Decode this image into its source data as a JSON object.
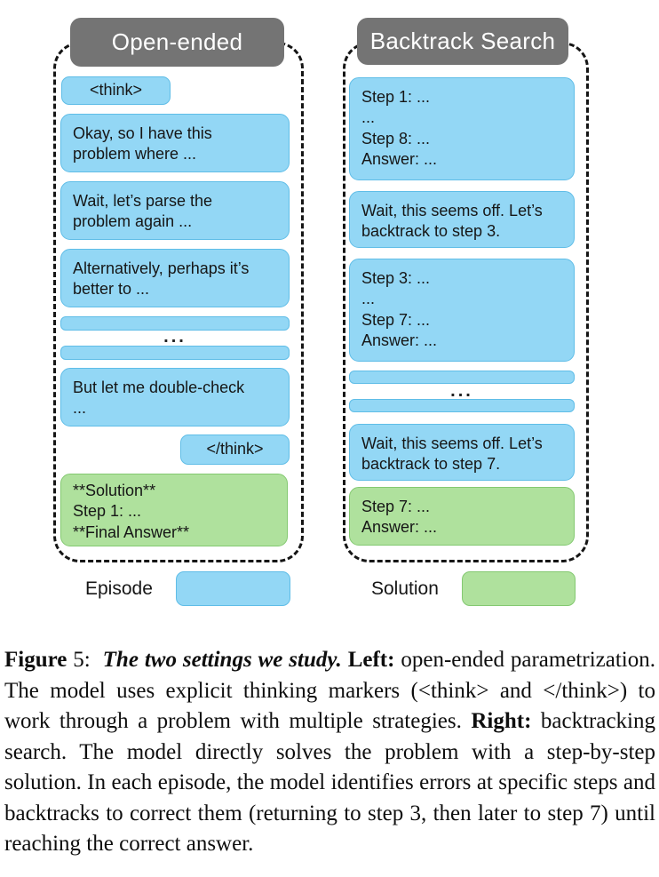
{
  "colors": {
    "blue": "#93D7F5",
    "blue_border": "#5FBDE7",
    "green": "#AFE19D",
    "green_border": "#84C971",
    "header_gray": "#747474"
  },
  "left_panel": {
    "header": "Open-ended",
    "think_open": "<think>",
    "box1": "Okay, so I have this\nproblem where ...",
    "box2": "Wait, let’s parse the\nproblem again ...",
    "box3": "Alternatively, perhaps it’s\nbetter to ...",
    "ellipsis": "...",
    "box4": "But let me double-check\n...",
    "think_close": "</think>",
    "solution_box": "**Solution**\nStep 1: ...\n**Final Answer**"
  },
  "right_panel": {
    "header": "Backtrack Search",
    "box1": "Step 1: ...\n...\nStep 8: ...\nAnswer: ...",
    "box2": "Wait, this seems off. Let’s\nbacktrack to step 3.",
    "box3": "Step 3: ...\n...\nStep 7: ...\nAnswer: ...",
    "ellipsis": "...",
    "box4": "Wait, this seems off. Let’s\nbacktrack to step 7.",
    "solution_box": "Step 7: ...\nAnswer: ..."
  },
  "legend": {
    "episode": "Episode",
    "solution": "Solution"
  },
  "caption": {
    "fig_bold": "Figure",
    "fig_num": " 5: ",
    "lead": "The two settings we study. ",
    "left_bold": "Left:",
    "left_text": " open-ended parametrization. The model uses explicit thinking markers (<think> and </think>) to work through a problem with multiple strategies. ",
    "right_bold": "Right:",
    "right_text": " backtracking search. The model directly solves the problem with a step-by-step solution. In each episode, the model identifies errors at specific steps and backtracks to correct them (returning to step 3, then later to step 7) until reaching the correct answer."
  }
}
